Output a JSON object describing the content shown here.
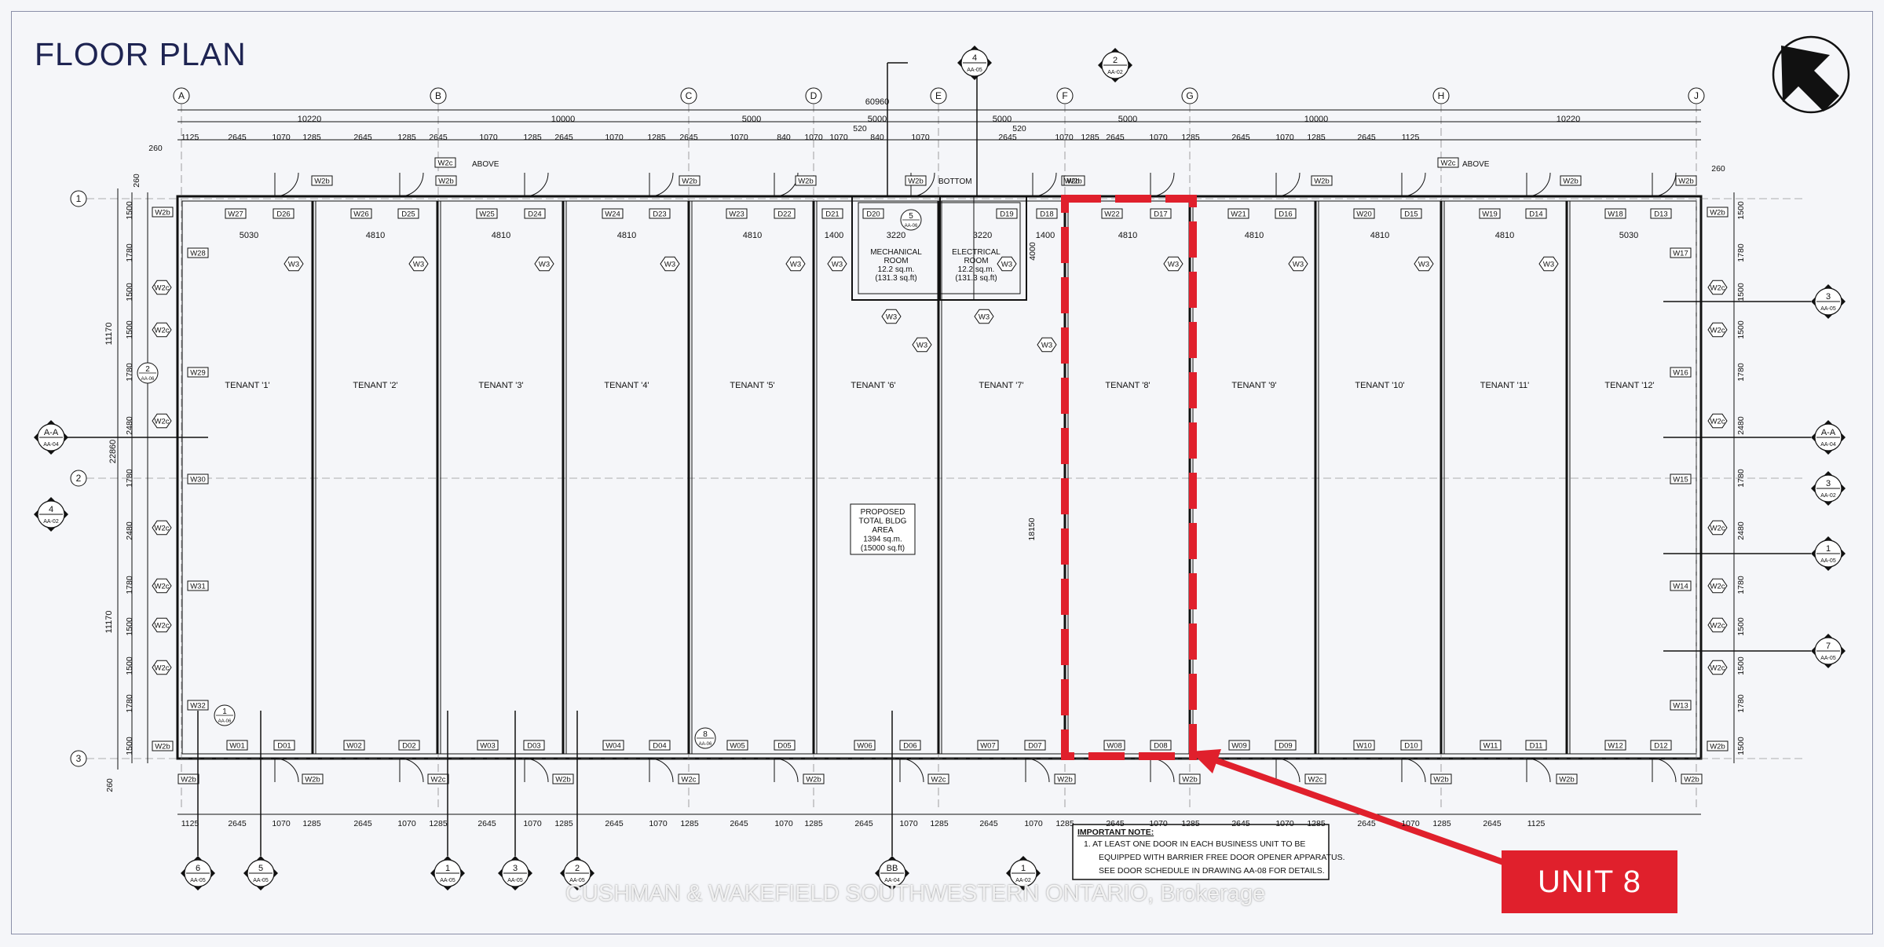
{
  "title": "FLOOR PLAN",
  "grid_cols": [
    "A",
    "B",
    "C",
    "D",
    "E",
    "F",
    "G",
    "H",
    "J"
  ],
  "grid_rows": [
    "1",
    "2",
    "3"
  ],
  "dims": {
    "overall": "60960",
    "top_bays": [
      "10220",
      "10000",
      "5000",
      "5000",
      "5000",
      "5000",
      "10000",
      "10220"
    ],
    "small_top": [
      "1125",
      "2645",
      "1070",
      "1285",
      "2645",
      "1285",
      "2645",
      "1070",
      "1285",
      "2645",
      "1070",
      "1285",
      "2645",
      "1070",
      "840",
      "1070",
      "1070",
      "840",
      "1070",
      "2645",
      "1070",
      "1285",
      "2645",
      "1070",
      "1285",
      "2645",
      "1070",
      "1285",
      "2645",
      "1125"
    ],
    "room_widths": [
      "5030",
      "4810",
      "4810",
      "4810",
      "4810",
      "1400",
      "3220",
      "3220",
      "1400",
      "4810",
      "4810",
      "4810",
      "4810",
      "5030"
    ],
    "left_total": "22860",
    "left_split": [
      "11170",
      "11170"
    ],
    "left_small": [
      "1500",
      "1780",
      "1500",
      "1500",
      "1780",
      "2480",
      "1780",
      "2480",
      "1780",
      "1500",
      "1500",
      "1780",
      "1500"
    ],
    "right_small": [
      "1500",
      "1780",
      "1500",
      "1500",
      "1780",
      "2480",
      "1780",
      "2480",
      "1780",
      "1500",
      "1500",
      "1780",
      "1500"
    ],
    "side_260": "260",
    "side_520": "520",
    "interior_4000": "4000",
    "interior_18150": "18150",
    "bottom_small": [
      "1125",
      "2645",
      "1070",
      "1285",
      "2645",
      "1070",
      "1285",
      "2645",
      "1070",
      "1285",
      "2645",
      "1070",
      "1285",
      "2645",
      "1070",
      "1285",
      "2645",
      "1070",
      "1285",
      "2645",
      "1070",
      "1285",
      "2645",
      "1070",
      "1285",
      "2645",
      "1070",
      "1285",
      "2645",
      "1070",
      "1285",
      "2645",
      "1125"
    ]
  },
  "tenants": [
    "TENANT '1'",
    "TENANT '2'",
    "TENANT '3'",
    "TENANT '4'",
    "TENANT '5'",
    "TENANT '6'",
    "TENANT '7'",
    "TENANT '8'",
    "TENANT '9'",
    "TENANT '10'",
    "TENANT '11'",
    "TENANT '12'"
  ],
  "rooms": {
    "mechanical": [
      "MECHANICAL",
      "ROOM",
      "12.2 sq.m.",
      "(131.3 sq.ft)"
    ],
    "electrical": [
      "ELECTRICAL",
      "ROOM",
      "12.2 sq.m.",
      "(131.3 sq.ft)"
    ],
    "total": [
      "PROPOSED",
      "TOTAL BLDG",
      "AREA",
      "1394 sq.m.",
      "(15000 sq.ft)"
    ]
  },
  "top_windows": [
    "W27",
    "W26",
    "W25",
    "W24",
    "W23",
    "W22",
    "W21",
    "W20",
    "W19",
    "W18"
  ],
  "top_doors": [
    "D26",
    "D25",
    "D24",
    "D23",
    "D22",
    "D21",
    "D20",
    "D19",
    "D18",
    "D17",
    "D16",
    "D15",
    "D14",
    "D13"
  ],
  "bottom_windows": [
    "W01",
    "W02",
    "W03",
    "W04",
    "W05",
    "W06",
    "W07",
    "W08",
    "W09",
    "W10",
    "W11",
    "W12"
  ],
  "bottom_doors": [
    "D01",
    "D02",
    "D03",
    "D04",
    "D05",
    "D06",
    "D07",
    "D08",
    "D09",
    "D10",
    "D11",
    "D12"
  ],
  "left_windows": [
    "W28",
    "W29",
    "W30",
    "W31",
    "W32"
  ],
  "right_windows": [
    "W17",
    "W16",
    "W15",
    "W14",
    "W13"
  ],
  "tags": {
    "w2b": "W2b",
    "w2c": "W2c",
    "w3": "W3",
    "above": "ABOVE",
    "bottom": "BOTTOM"
  },
  "sections": {
    "top": [
      {
        "n": "4",
        "s": "AA-05"
      },
      {
        "n": "2",
        "s": "AA-02"
      }
    ],
    "bottom": [
      {
        "n": "6",
        "s": "AA-05"
      },
      {
        "n": "5",
        "s": "AA-05"
      },
      {
        "n": "1",
        "s": "AA-05"
      },
      {
        "n": "3",
        "s": "AA-05"
      },
      {
        "n": "2",
        "s": "AA-05"
      },
      {
        "n": "BB",
        "s": "AA-04"
      },
      {
        "n": "1",
        "s": "AA-02"
      }
    ],
    "left": [
      {
        "n": "A-A",
        "s": "AA-04"
      },
      {
        "n": "4",
        "s": "AA-02"
      }
    ],
    "right": [
      {
        "n": "3",
        "s": "AA-05"
      },
      {
        "n": "A-A",
        "s": "AA-04"
      },
      {
        "n": "3",
        "s": "AA-02"
      },
      {
        "n": "1",
        "s": "AA-05"
      },
      {
        "n": "7",
        "s": "AA-05"
      }
    ],
    "details": [
      {
        "n": "2",
        "s": "AA-06"
      },
      {
        "n": "1",
        "s": "AA-06"
      },
      {
        "n": "8",
        "s": "AA-06"
      },
      {
        "n": "5",
        "s": "AA-06"
      }
    ]
  },
  "note": {
    "heading": "IMPORTANT NOTE:",
    "lines": [
      "1.  AT LEAST ONE DOOR IN EACH BUSINESS UNIT TO BE",
      "EQUIPPED WITH BARRIER FREE DOOR OPENER APPARATUS.",
      "SEE DOOR SCHEDULE IN DRAWING AA-08 FOR DETAILS."
    ]
  },
  "callout": "UNIT 8",
  "watermark": "CUSHMAN & WAKEFIELD SOUTHWESTERN ONTARIO, Brokerage",
  "colors": {
    "highlight": "#e0202c",
    "ink": "#111111",
    "title": "#1e2452"
  }
}
